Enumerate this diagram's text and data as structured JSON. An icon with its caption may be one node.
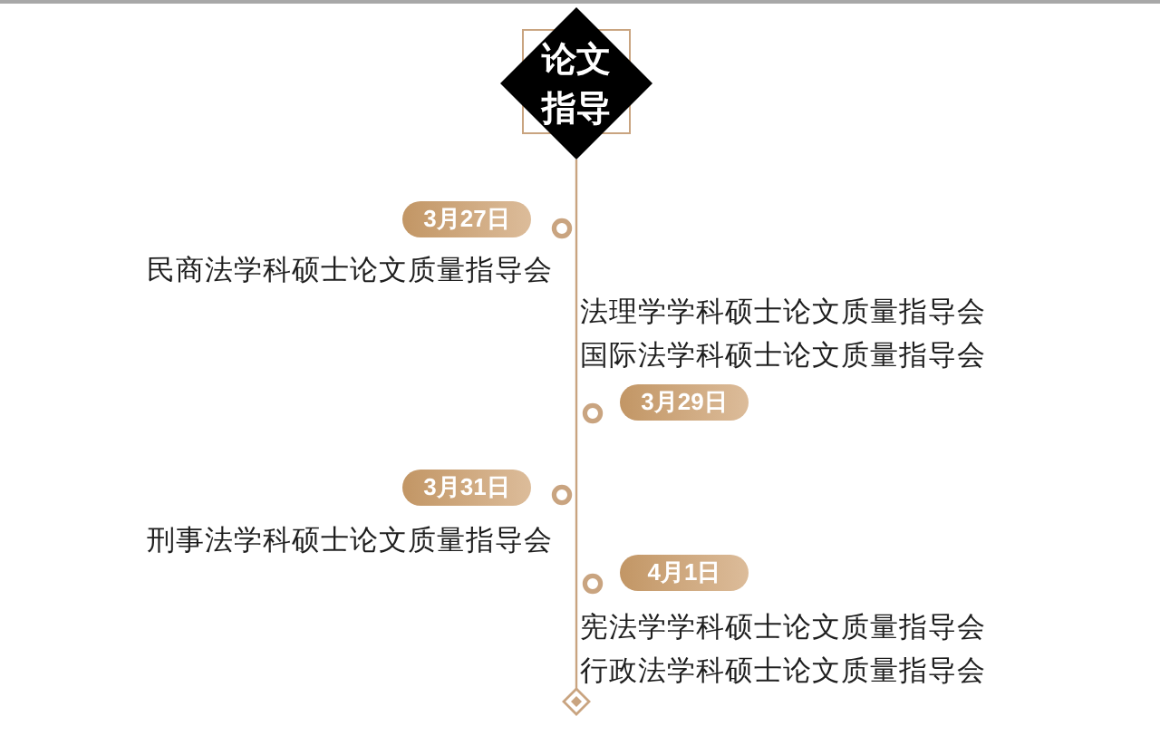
{
  "diagram": {
    "nodes": [
      {
        "text": [
          "论文指导"
        ]
      },
      {
        "text": [
          "3月27日"
        ],
        "beside": [
          "民商法学科硕士论文质量指导会"
        ]
      },
      {
        "text": [
          "3月29日"
        ],
        "beside": [
          "法理学学科硕士论文质量指导会",
          "国际法学科硕士论文质量指导会"
        ]
      },
      {
        "text": [
          "3月31日"
        ],
        "beside": [
          "刑事法学科硕士论文质量指导会"
        ]
      },
      {
        "text": [
          "4月1日"
        ],
        "beside": [
          "宪法学学科硕士论文质量指导会",
          "行政法学科硕士论文质量指导会"
        ]
      },
      {
        "text": [],
        "shape": "diamond"
      }
    ],
    "edges": [
      {
        "from": 0,
        "to": 5,
        "arrow": "none"
      }
    ]
  }
}
